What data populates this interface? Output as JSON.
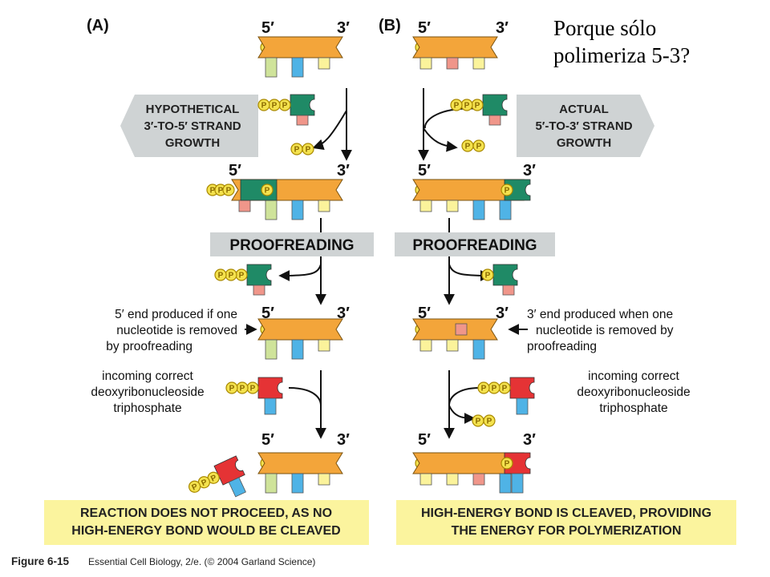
{
  "title": {
    "line1": "Porque sólo",
    "line2": "polimeriza 5-3?"
  },
  "panels": {
    "a": {
      "label": "(A)",
      "banner": [
        "HYPOTHETICAL",
        "3′-TO-5′ STRAND",
        "GROWTH"
      ],
      "result": [
        "REACTION DOES NOT PROCEED, AS NO",
        "HIGH-ENERGY BOND WOULD BE CLEAVED"
      ]
    },
    "b": {
      "label": "(B)",
      "banner": [
        "ACTUAL",
        "5′-TO-3′ STRAND",
        "GROWTH"
      ],
      "result": [
        "HIGH-ENERGY BOND IS CLEAVED, PROVIDING",
        "THE ENERGY FOR POLYMERIZATION"
      ]
    }
  },
  "proofreading": "PROOFREADING",
  "end5": "5′",
  "end3": "3′",
  "phosphate": "P",
  "notes": {
    "a_removed": [
      "5′ end produced if one",
      "nucleotide is removed",
      "by proofreading"
    ],
    "b_removed": [
      "3′ end produced when one",
      "nucleotide is removed by",
      "proofreading"
    ],
    "incoming": [
      "incoming correct",
      "deoxyribonucleoside",
      "triphosphate"
    ]
  },
  "caption": {
    "fig": "Figure 6-15",
    "text": "Essential Cell Biology, 2/e. (© 2004 Garland Science)"
  },
  "colors": {
    "sugar": "#f3a53a",
    "phosphate": "#f4e24e",
    "green_nt": "#1f8a66",
    "red_nt": "#e53335",
    "base_yellow": "#fbf39b",
    "base_green": "#cfe39a",
    "base_blue": "#4fb3e6",
    "base_pink": "#f0968a",
    "banner_gray": "#cfd3d4",
    "result_yellow": "#fbf49e"
  }
}
